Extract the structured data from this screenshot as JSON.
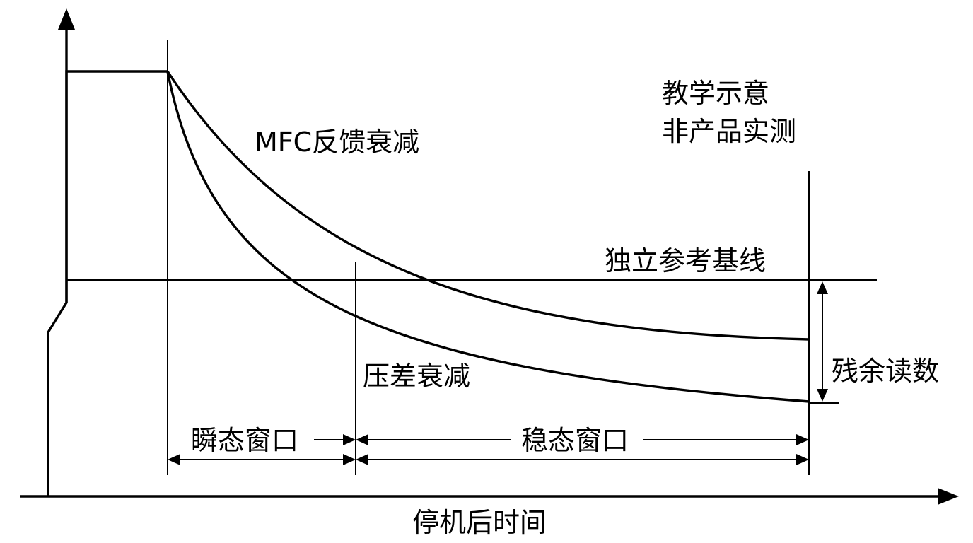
{
  "labels": {
    "mfc_decay": "MFC反馈衰减",
    "pressure_decay": "压差衰减",
    "reference_baseline": "独立参考基线",
    "note_line1": "教学示意",
    "note_line2": "非产品实测",
    "residual_reading": "残余读数",
    "transient_window": "瞬态窗口",
    "steady_window": "稳态窗口",
    "x_axis": "停机后时间"
  }
}
